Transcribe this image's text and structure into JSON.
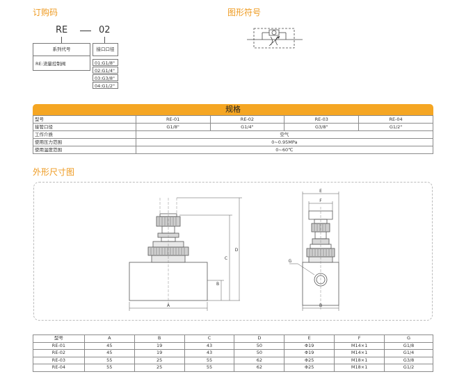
{
  "ordering": {
    "title": "订购码",
    "code_prefix": "RE",
    "code_suffix": "02",
    "series_label": "系列代号",
    "series_value": "RE:流量控制阀",
    "port_label": "接口口径",
    "port_options": [
      "01:G1/8\"",
      "02:G1/4\"",
      "03:G3/8\"",
      "04:G1/2\""
    ]
  },
  "symbol": {
    "title": "图形符号"
  },
  "spec": {
    "title": "规格",
    "rows": [
      {
        "label": "型号",
        "cells": [
          "RE-01",
          "RE-02",
          "RE-03",
          "RE-04"
        ]
      },
      {
        "label": "接管口径",
        "cells": [
          "G1/8\"",
          "G1/4\"",
          "G3/8\"",
          "G1/2\""
        ]
      },
      {
        "label": "工作介质",
        "merged": "空气"
      },
      {
        "label": "使用压力范围",
        "merged": "0~0.95MPa"
      },
      {
        "label": "使用温度范围",
        "merged": "0~60℃"
      }
    ]
  },
  "dimensions": {
    "title": "外形尺寸图",
    "front_labels": {
      "A": "A",
      "B": "B",
      "C": "C",
      "D": "D"
    },
    "side_labels": {
      "E": "E",
      "F": "F",
      "G": "G",
      "B": "B"
    },
    "table": {
      "headers": [
        "型号",
        "A",
        "B",
        "C",
        "D",
        "E",
        "F",
        "G"
      ],
      "rows": [
        [
          "RE-01",
          "45",
          "19",
          "43",
          "50",
          "Φ19",
          "M14×1",
          "G1/8"
        ],
        [
          "RE-02",
          "45",
          "19",
          "43",
          "50",
          "Φ19",
          "M14×1",
          "G1/4"
        ],
        [
          "RE-03",
          "55",
          "25",
          "55",
          "62",
          "Φ25",
          "M18×1",
          "G3/8"
        ],
        [
          "RE-04",
          "55",
          "25",
          "55",
          "62",
          "Φ25",
          "M18×1",
          "G1/2"
        ]
      ]
    }
  },
  "colors": {
    "accent": "#f5a623",
    "title": "#ee9a20",
    "line": "#555555"
  }
}
